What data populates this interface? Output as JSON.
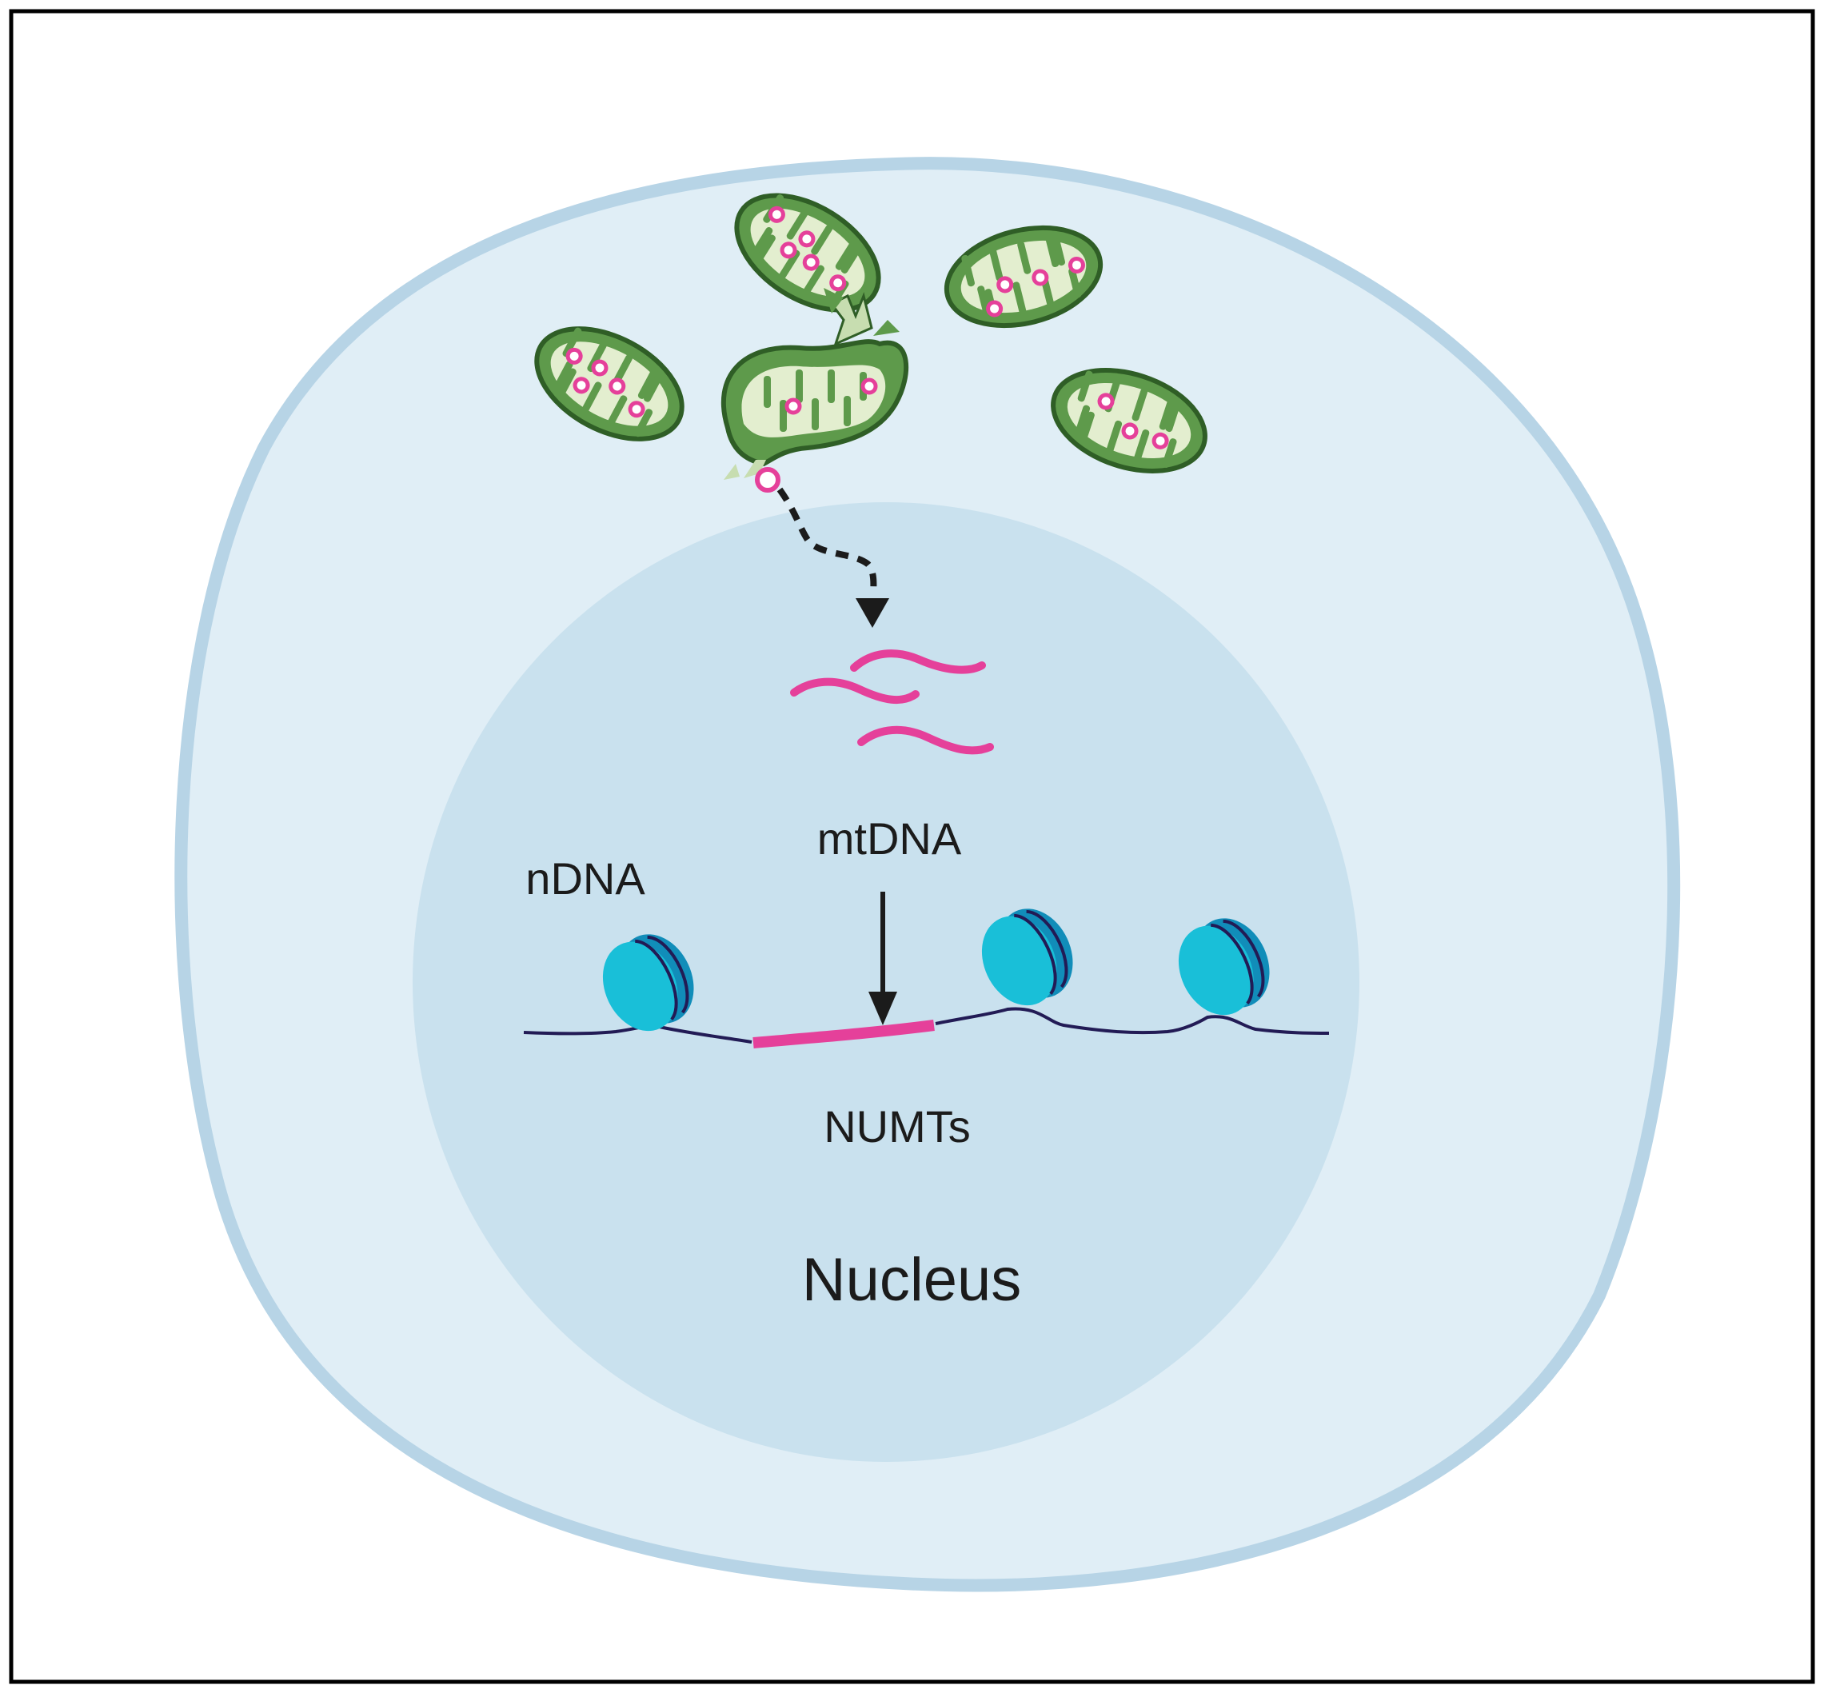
{
  "labels": {
    "mtdna": "mtDNA",
    "ndna": "nDNA",
    "numts": "NUMTs",
    "nucleus": "Nucleus"
  },
  "colors": {
    "frame": "#000000",
    "cytoplasm": "#e0eef6",
    "cell_membrane": "#b7d4e6",
    "nucleus": "#c9e1ee",
    "mito_outer": "#5e9a4b",
    "mito_outline": "#2f5e26",
    "mito_matrix": "#e3eecf",
    "mtdna_pink": "#e5409a",
    "histone_light": "#19bfd8",
    "histone_dark": "#118db9",
    "dna_strand": "#221b55",
    "arrow": "#1b1b1b"
  },
  "icons": {
    "mitochondrion": "mitochondrion-icon",
    "ruptured_mitochondrion": "ruptured-mitochondrion-icon",
    "nucleosome": "nucleosome-icon"
  }
}
